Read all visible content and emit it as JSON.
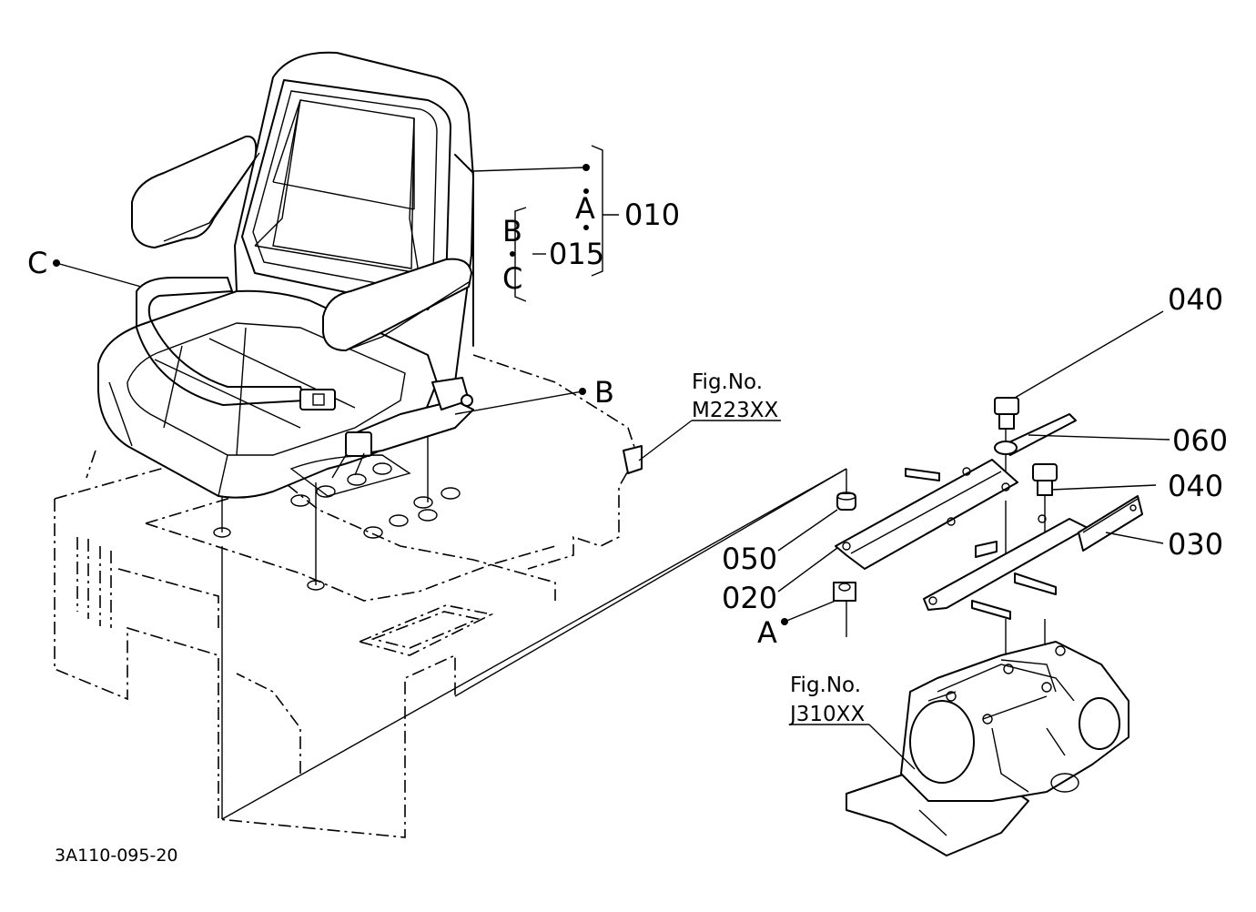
{
  "labels": {
    "part_010": "010",
    "part_015": "015",
    "part_020": "020",
    "part_030": "030",
    "part_040_top": "040",
    "part_040_mid": "040",
    "part_050": "050",
    "part_060": "060",
    "ref_a_bracket": "A",
    "ref_b_bracket": "B",
    "ref_c_bracket": "C",
    "ref_c_left": "C",
    "ref_b_belt": "B",
    "ref_a_bottom": "A"
  },
  "fig_refs": {
    "m223_title": "Fig.No.",
    "m223_code": "M223XX",
    "j310_title": "Fig.No.",
    "j310_code": "J310XX"
  },
  "drawing_code": "3A110-095-20"
}
